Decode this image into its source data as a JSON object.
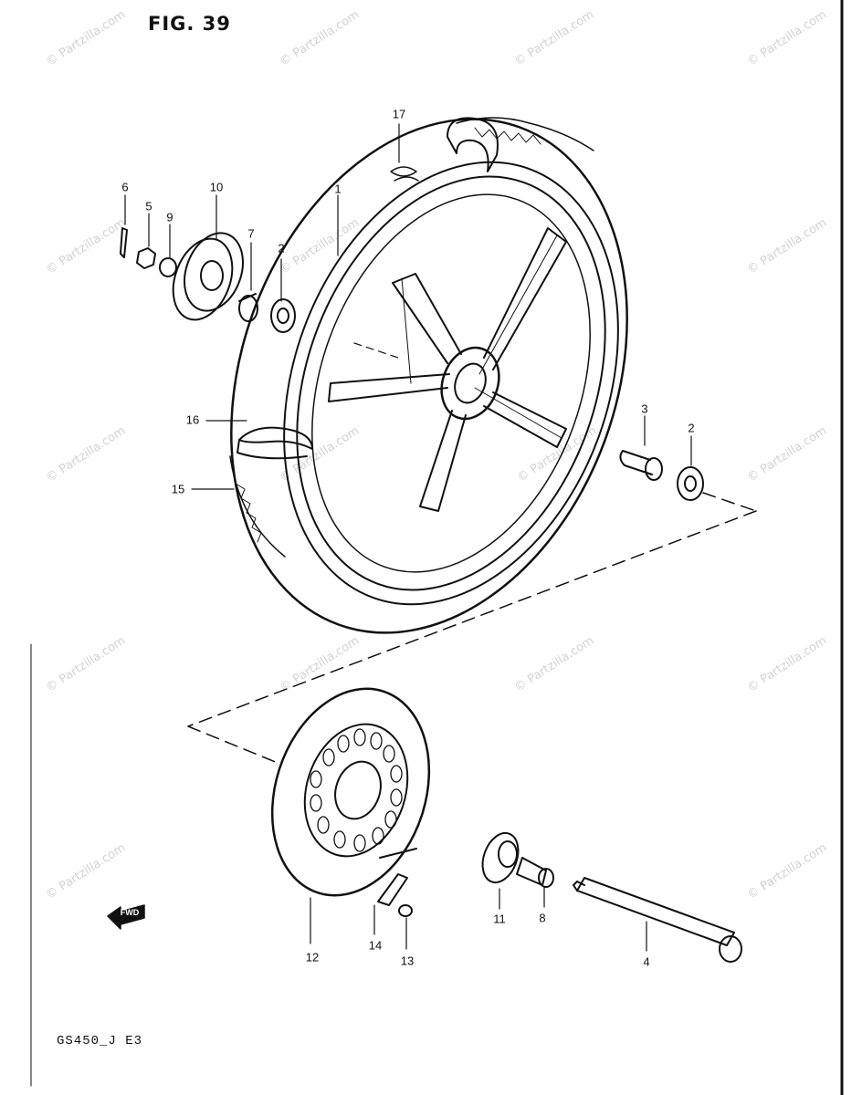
{
  "figure": {
    "title": "FIG. 39",
    "model_code": "GS450_J  E3"
  },
  "watermark": "© Partzilla.com",
  "fwd_badge": "FWD",
  "callouts": [
    {
      "id": "c1",
      "label": "1"
    },
    {
      "id": "c2a",
      "label": "2"
    },
    {
      "id": "c2b",
      "label": "2"
    },
    {
      "id": "c3",
      "label": "3"
    },
    {
      "id": "c4",
      "label": "4"
    },
    {
      "id": "c5",
      "label": "5"
    },
    {
      "id": "c6",
      "label": "6"
    },
    {
      "id": "c7",
      "label": "7"
    },
    {
      "id": "c8",
      "label": "8"
    },
    {
      "id": "c9",
      "label": "9"
    },
    {
      "id": "c10",
      "label": "10"
    },
    {
      "id": "c11",
      "label": "11"
    },
    {
      "id": "c12",
      "label": "12"
    },
    {
      "id": "c13",
      "label": "13"
    },
    {
      "id": "c14",
      "label": "14"
    },
    {
      "id": "c15",
      "label": "15"
    },
    {
      "id": "c16",
      "label": "16"
    },
    {
      "id": "c17",
      "label": "17"
    }
  ]
}
